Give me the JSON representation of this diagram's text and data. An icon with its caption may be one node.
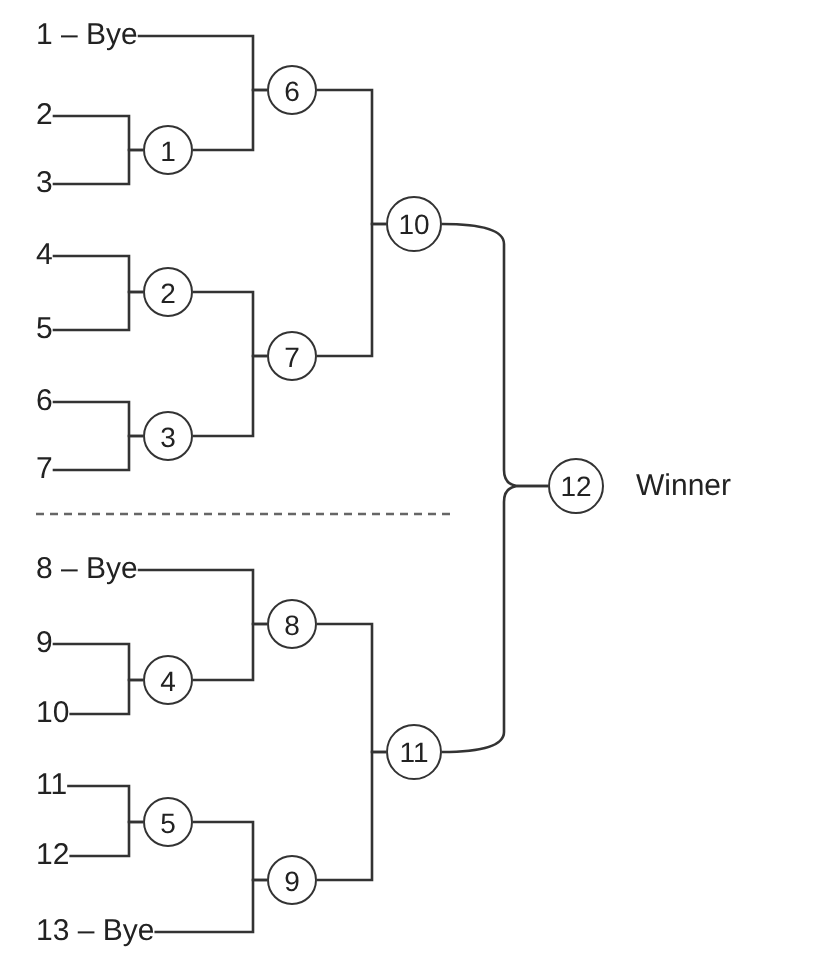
{
  "diagram": {
    "nodes": [
      {
        "text": [
          "1 – Bye"
        ]
      },
      {
        "text": [
          "2"
        ]
      },
      {
        "text": [
          "3"
        ]
      },
      {
        "text": [
          "4"
        ]
      },
      {
        "text": [
          "5"
        ]
      },
      {
        "text": [
          "6"
        ]
      },
      {
        "text": [
          "7"
        ]
      },
      {
        "text": [
          "8 – Bye"
        ]
      },
      {
        "text": [
          "9"
        ]
      },
      {
        "text": [
          "10"
        ]
      },
      {
        "text": [
          "11"
        ]
      },
      {
        "text": [
          "12"
        ]
      },
      {
        "text": [
          "13 – Bye"
        ]
      },
      {
        "text": [
          "1"
        ]
      },
      {
        "text": [
          "2"
        ]
      },
      {
        "text": [
          "3"
        ]
      },
      {
        "text": [
          "4"
        ]
      },
      {
        "text": [
          "5"
        ]
      },
      {
        "text": [
          "6"
        ]
      },
      {
        "text": [
          "7"
        ]
      },
      {
        "text": [
          "8"
        ]
      },
      {
        "text": [
          "9"
        ]
      },
      {
        "text": [
          "10"
        ]
      },
      {
        "text": [
          "11"
        ]
      },
      {
        "text": [
          "12"
        ],
        "beside": [
          "Winner"
        ]
      }
    ],
    "edges": [
      {
        "from": 0,
        "to": 18,
        "arrow": "none"
      },
      {
        "from": 13,
        "to": 18,
        "arrow": "none"
      },
      {
        "from": 1,
        "to": 13,
        "arrow": "none"
      },
      {
        "from": 2,
        "to": 13,
        "arrow": "none"
      },
      {
        "from": 3,
        "to": 14,
        "arrow": "none"
      },
      {
        "from": 4,
        "to": 14,
        "arrow": "none"
      },
      {
        "from": 5,
        "to": 15,
        "arrow": "none"
      },
      {
        "from": 6,
        "to": 15,
        "arrow": "none"
      },
      {
        "from": 14,
        "to": 19,
        "arrow": "none"
      },
      {
        "from": 15,
        "to": 19,
        "arrow": "none"
      },
      {
        "from": 18,
        "to": 22,
        "arrow": "none"
      },
      {
        "from": 19,
        "to": 22,
        "arrow": "none"
      },
      {
        "from": 7,
        "to": 20,
        "arrow": "none"
      },
      {
        "from": 16,
        "to": 20,
        "arrow": "none"
      },
      {
        "from": 8,
        "to": 16,
        "arrow": "none"
      },
      {
        "from": 9,
        "to": 16,
        "arrow": "none"
      },
      {
        "from": 10,
        "to": 17,
        "arrow": "none"
      },
      {
        "from": 11,
        "to": 17,
        "arrow": "none"
      },
      {
        "from": 17,
        "to": 21,
        "arrow": "none"
      },
      {
        "from": 12,
        "to": 21,
        "arrow": "none"
      },
      {
        "from": 20,
        "to": 23,
        "arrow": "none"
      },
      {
        "from": 21,
        "to": 23,
        "arrow": "none"
      },
      {
        "from": 22,
        "to": 24,
        "arrow": "none"
      },
      {
        "from": 23,
        "to": 24,
        "arrow": "none"
      }
    ]
  }
}
